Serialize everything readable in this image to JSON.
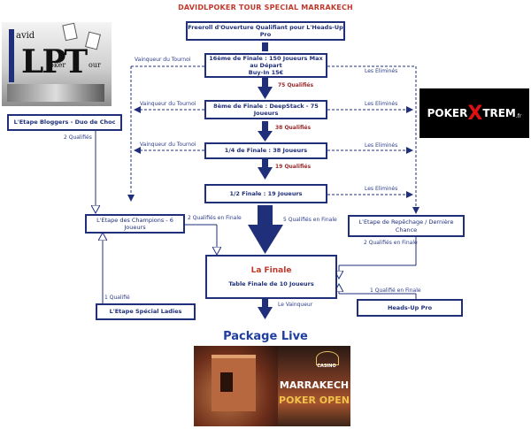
{
  "title": "DAVIDLPOKER TOUR SPECIAL MARRAKECH",
  "nodes": {
    "freeroll": "Freeroll d'Ouverture Qualifiant pour L'Heads-Up Pro",
    "seiziemes_l1": "16ème de Finale : 150 Joueurs Max au Départ",
    "seiziemes_l2": "Buy-In 15€",
    "huitiemes": "8ème de Finale : DeepStack - 75 Joueurs",
    "quarts": "1/4 de Finale : 38 Joueurs",
    "demis": "1/2 Finale : 19 Joueurs",
    "bloggers": "L'Etape Bloggers - Duo de Choc",
    "champions": "L'Etape des Champions - 6 Joueurs",
    "repechage": "L'Etape de Repêchage / Dernière Chance",
    "finale_title": "La Finale",
    "finale_sub": "Table Finale de 10 Joueurs",
    "ladies": "L'Etape Spécial Ladies",
    "headsup": "Heads-Up Pro"
  },
  "labels": {
    "vainqueur": "Vainqueur du Tournoi",
    "elimines": "Les Eliminés",
    "q75": "75 Qualifiés",
    "q38": "38 Qualifiés",
    "q19": "19 Qualifiés",
    "bloggers_q": "2 Qualifiés",
    "champions_q": "2 Qualifiés en Finale",
    "demis_q": "5 Qualifiés en Finale",
    "repechage_q": "2 Qualifiés en Finale",
    "headsup_q": "1 Qualifié en Finale",
    "ladies_q": "1 Qualifié",
    "vainqueur_final": "Le Vainqueur"
  },
  "package": {
    "title": "Package Live",
    "banner_casino": "CASINO",
    "banner_l1": "MARRAKECH",
    "banner_l2": "POKER OPEN"
  },
  "logos": {
    "dlpt_1": "avid",
    "dlpt_2": "LPT",
    "dlpt_3": "oker",
    "dlpt_4": "our",
    "pokerx_1": "POKER",
    "pokerx_2": "X",
    "pokerx_3": "TREM",
    "pokerx_4": ".fr"
  },
  "colors": {
    "navy": "#1f2f7a",
    "title_red": "#c0392b",
    "label_red": "#9a2a2a",
    "package_blue": "#1f3fa0"
  }
}
